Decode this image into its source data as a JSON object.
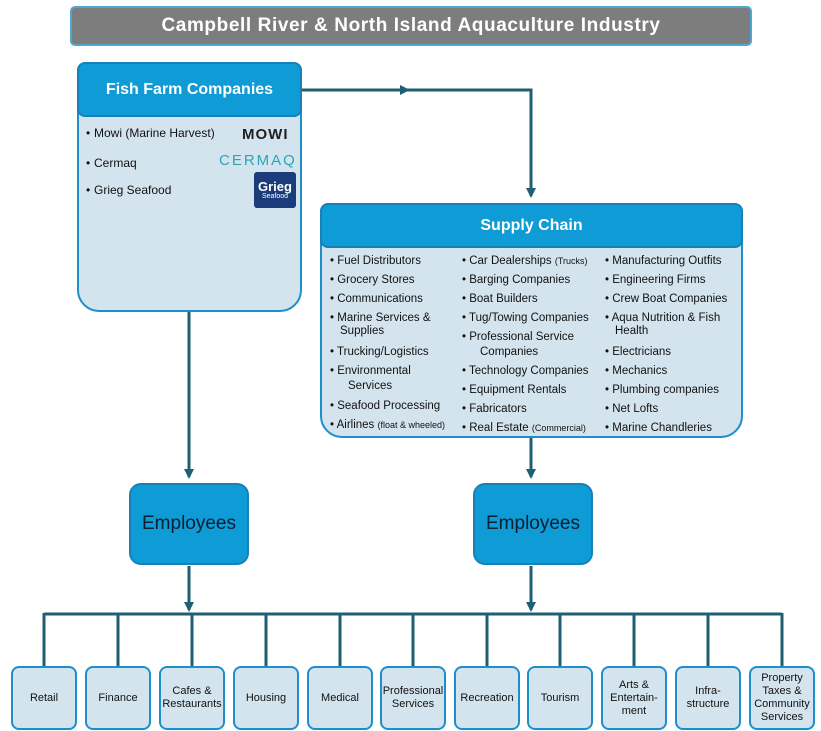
{
  "title": "Campbell River & North Island Aquaculture Industry",
  "fish_farm": {
    "heading": "Fish Farm Companies",
    "companies": [
      "Mowi (Marine Harvest)",
      "Cermaq",
      "Grieg Seafood"
    ],
    "logos": {
      "mowi": "MOWI",
      "cermaq": "CERMAQ",
      "grieg_line1": "Grieg",
      "grieg_line2": "Seafood"
    }
  },
  "supply_chain": {
    "heading": "Supply Chain",
    "col1": [
      "Fuel Distributors",
      "Grocery Stores",
      "Communications",
      "Marine Services &",
      "Supplies",
      "Trucking/Logistics",
      "Environmental",
      "Services",
      "Seafood Processing",
      "Airlines",
      "(float & wheeled)"
    ],
    "col2": [
      "Car Dealerships",
      "(Trucks)",
      "Barging Companies",
      "Boat Builders",
      "Tug/Towing Companies",
      "Professional Service",
      "Companies",
      "Technology Companies",
      "Equipment Rentals",
      "Fabricators",
      "Real Estate",
      "(Commercial)"
    ],
    "col3": [
      "Manufacturing Outfits",
      "Engineering Firms",
      "Crew Boat Companies",
      "Aqua Nutrition & Fish",
      "Health",
      "Electricians",
      "Mechanics",
      "Plumbing companies",
      "Net Lofts",
      "Marine Chandleries"
    ]
  },
  "employees": {
    "left": "Employees",
    "right": "Employees"
  },
  "sectors": [
    "Retail",
    "Finance",
    "Cafes &\nRestaurants",
    "Housing",
    "Medical",
    "Professional\nServices",
    "Recreation",
    "Tourism",
    "Arts &\nEntertain-\nment",
    "Infra-\nstructure",
    "Property\nTaxes &\nCommunity\nServices"
  ],
  "colors": {
    "accent": "#0f9bd6",
    "panel": "#d4e4ee",
    "connector": "#1f5f73",
    "title_bg": "#7d7d7d"
  }
}
